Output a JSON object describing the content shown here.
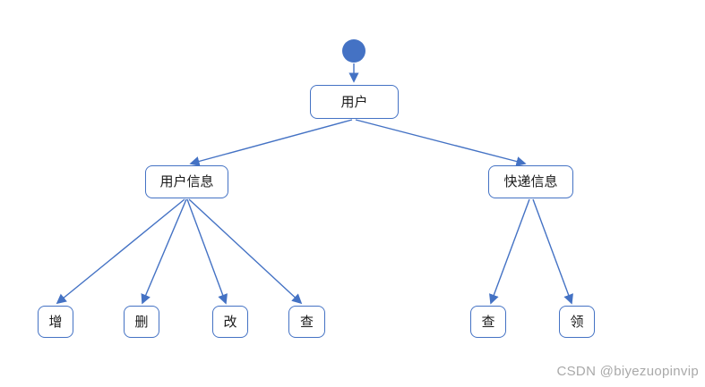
{
  "colors": {
    "accent": "#4472C4",
    "node_border": "#4472C4",
    "text": "#1a1a1a",
    "watermark": "#a9a9a9",
    "background": "#ffffff"
  },
  "watermark": {
    "text": "CSDN @biyezuopinvip"
  },
  "diagram": {
    "type": "tree",
    "start_node": "initial-node",
    "nodes": [
      {
        "id": "user",
        "label": "用户"
      },
      {
        "id": "user-info",
        "label": "用户信息"
      },
      {
        "id": "express-info",
        "label": "快递信息"
      },
      {
        "id": "add",
        "label": "增"
      },
      {
        "id": "delete",
        "label": "删"
      },
      {
        "id": "modify",
        "label": "改"
      },
      {
        "id": "query-user",
        "label": "查"
      },
      {
        "id": "query-express",
        "label": "查"
      },
      {
        "id": "receive",
        "label": "领"
      }
    ],
    "edges": [
      {
        "from": "start",
        "to": "user"
      },
      {
        "from": "user",
        "to": "user-info"
      },
      {
        "from": "user",
        "to": "express-info"
      },
      {
        "from": "user-info",
        "to": "add"
      },
      {
        "from": "user-info",
        "to": "delete"
      },
      {
        "from": "user-info",
        "to": "modify"
      },
      {
        "from": "user-info",
        "to": "query-user"
      },
      {
        "from": "express-info",
        "to": "query-express"
      },
      {
        "from": "express-info",
        "to": "receive"
      }
    ]
  }
}
